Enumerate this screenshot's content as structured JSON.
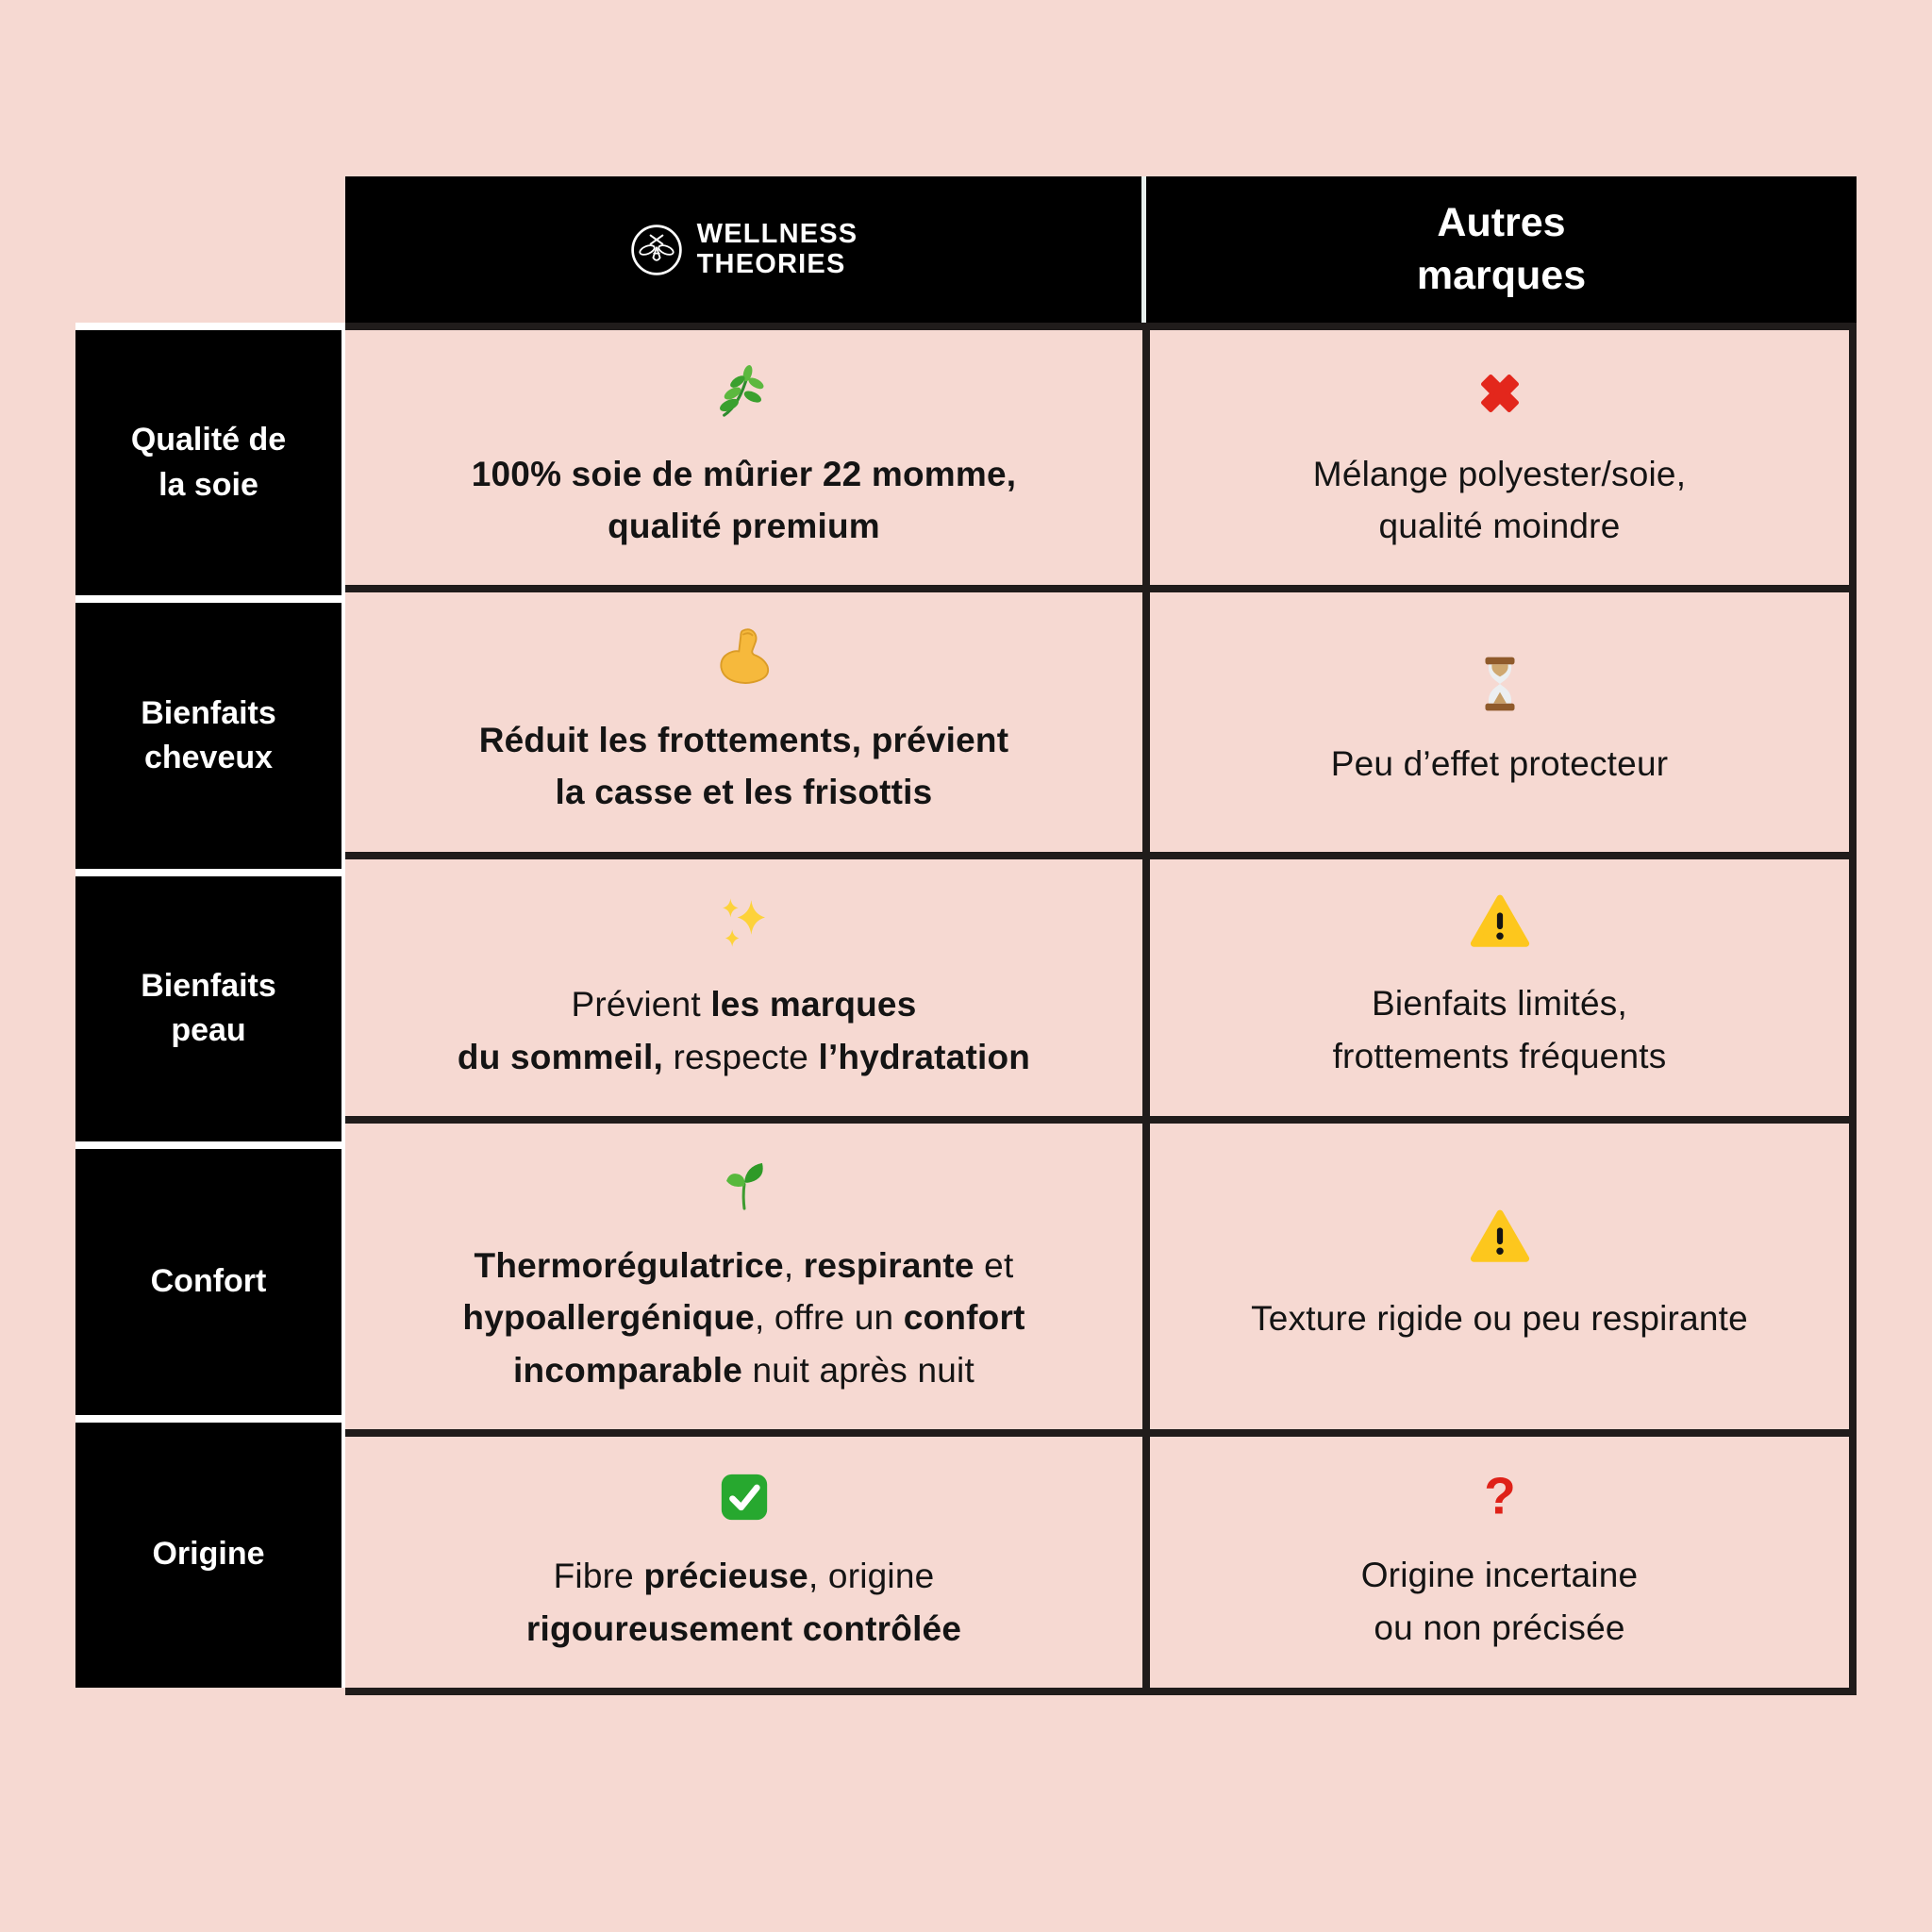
{
  "colors": {
    "background_pink": "#f6d9d2",
    "panel_black": "#000000",
    "grid_border_dark": "#201c1b",
    "header_divider_light": "#e7efec",
    "label_gap_white": "#ffffff",
    "text_dark": "#141414",
    "cross_red": "#e3271c",
    "check_green": "#27a82f",
    "warning_yellow": "#fdc71d"
  },
  "table": {
    "header": {
      "brand": {
        "logo_icon": "bee-logo-icon",
        "line1": "WELLNESS",
        "line2": "THEORIES"
      },
      "other": "Autres\nmarques"
    },
    "rows": [
      {
        "label": "Qualité de\nla soie",
        "wellness": {
          "icon": "herb-icon",
          "segments": [
            {
              "t": "100% soie de mûrier 22 momme,\nqualité premium",
              "b": true
            }
          ]
        },
        "other": {
          "icon": "cross-mark-icon",
          "segments": [
            {
              "t": "Mélange polyester/soie,\nqualité moindre",
              "b": false
            }
          ]
        }
      },
      {
        "label": "Bienfaits\ncheveux",
        "wellness": {
          "icon": "flexed-biceps-icon",
          "segments": [
            {
              "t": "Réduit les frottements, prévient\nla casse et les frisottis",
              "b": true
            }
          ]
        },
        "other": {
          "icon": "hourglass-icon",
          "segments": [
            {
              "t": "Peu d’effet protecteur",
              "b": false
            }
          ]
        }
      },
      {
        "label": "Bienfaits\npeau",
        "wellness": {
          "icon": "sparkles-icon",
          "segments": [
            {
              "t": "Prévient ",
              "b": false
            },
            {
              "t": "les marques\ndu sommeil,",
              "b": true
            },
            {
              "t": " respecte ",
              "b": false
            },
            {
              "t": "l’hydratation",
              "b": true
            }
          ]
        },
        "other": {
          "icon": "warning-icon",
          "segments": [
            {
              "t": "Bienfaits limités,\nfrottements fréquents",
              "b": false
            }
          ]
        }
      },
      {
        "label": "Confort",
        "wellness": {
          "icon": "seedling-icon",
          "segments": [
            {
              "t": "Thermorégulatrice",
              "b": true
            },
            {
              "t": ", ",
              "b": false
            },
            {
              "t": "respirante",
              "b": true
            },
            {
              "t": " et\n",
              "b": false
            },
            {
              "t": "hypoallergénique",
              "b": true
            },
            {
              "t": ", offre un ",
              "b": false
            },
            {
              "t": "confort\nincomparable",
              "b": true
            },
            {
              "t": " nuit après nuit",
              "b": false
            }
          ]
        },
        "other": {
          "icon": "warning-icon",
          "segments": [
            {
              "t": "Texture rigide ou peu respirante",
              "b": false
            }
          ]
        }
      },
      {
        "label": "Origine",
        "wellness": {
          "icon": "check-mark-icon",
          "segments": [
            {
              "t": "Fibre ",
              "b": false
            },
            {
              "t": "précieuse",
              "b": true
            },
            {
              "t": ", origine\n",
              "b": false
            },
            {
              "t": "rigoureusement contrôlée",
              "b": true
            }
          ]
        },
        "other": {
          "icon": "question-mark-icon",
          "segments": [
            {
              "t": "Origine incertaine\nou non précisée",
              "b": false
            }
          ]
        }
      }
    ]
  }
}
